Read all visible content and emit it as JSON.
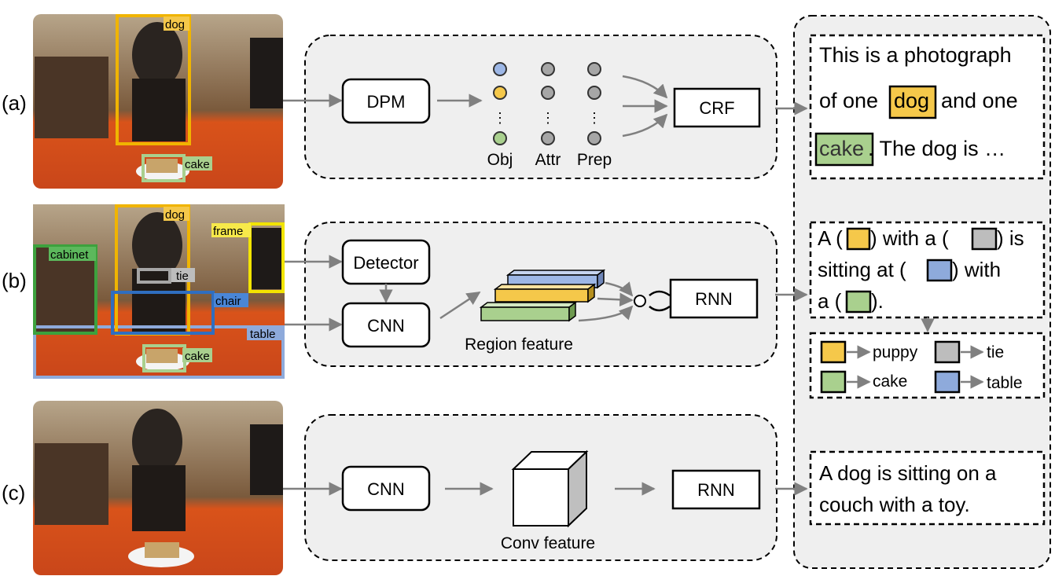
{
  "rows": [
    {
      "label": "(a)",
      "boxes": [
        {
          "label": "dog",
          "color": "#f0b400",
          "tag": "#f5c84a"
        },
        {
          "label": "cake",
          "color": "#a9d08e",
          "tag": "#a9d08e"
        }
      ],
      "pipeline": {
        "detector": "DPM",
        "node_columns": [
          "Obj",
          "Attr",
          "Prep"
        ],
        "ellipsis": "⋮",
        "model": "CRF"
      },
      "caption_lines": [
        "This is a photograph",
        "of one",
        "dog",
        "and one",
        "cake",
        ". The dog is …"
      ]
    },
    {
      "label": "(b)",
      "boxes": [
        {
          "label": "dog",
          "color": "#f0b400",
          "tag": "#f5c84a"
        },
        {
          "label": "frame",
          "color": "#f2e400",
          "tag": "#f7e94a"
        },
        {
          "label": "cabinet",
          "color": "#3da13d",
          "tag": "#5cb85c"
        },
        {
          "label": "tie",
          "color": "#a6a6a6",
          "tag": "#bdbdbd"
        },
        {
          "label": "chair",
          "color": "#2f6ec0",
          "tag": "#4a86d6"
        },
        {
          "label": "table",
          "color": "#8eaadb",
          "tag": "#8eaadb"
        },
        {
          "label": "cake",
          "color": "#a9d08e",
          "tag": "#a9d08e"
        }
      ],
      "pipeline": {
        "detector": "Detector",
        "cnn": "CNN",
        "feature_label": "Region feature",
        "model": "RNN"
      },
      "caption": {
        "line1a": "A (",
        "line1b": ") with a (",
        "line1c": ") is",
        "line2a": "sitting at (",
        "line2b": ") with",
        "line3a": "a (",
        "line3b": ")."
      },
      "legend": [
        {
          "word": "puppy",
          "color": "#f5c84a"
        },
        {
          "word": "tie",
          "color": "#bdbdbd"
        },
        {
          "word": "cake",
          "color": "#a9d08e"
        },
        {
          "word": "table",
          "color": "#8eaadb"
        }
      ]
    },
    {
      "label": "(c)",
      "pipeline": {
        "cnn": "CNN",
        "feature_label": "Conv feature",
        "model": "RNN"
      },
      "caption_lines": [
        "A dog is sitting on a",
        "couch with a toy."
      ]
    }
  ],
  "colors": {
    "obj_top": "#9db7e6",
    "obj_mid": "#f5c84a",
    "obj_bottom": "#a9d08e",
    "node_gray": "#a6a6a6",
    "arrow": "#808080",
    "panel_bg": "#efefef"
  }
}
